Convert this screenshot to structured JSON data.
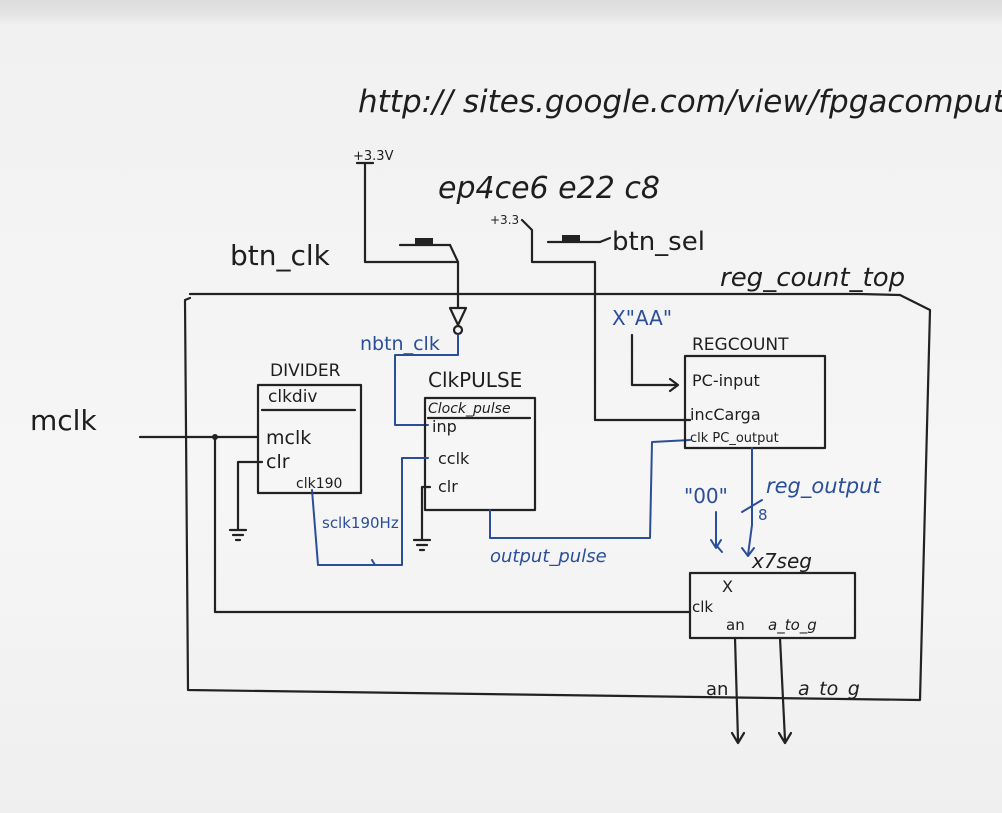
{
  "url": "http:// sites.google.com/view/fpgacomputer",
  "chip": "ep4ce6 e22 c8",
  "supply_left": "+3.3V",
  "supply_right": "+3.3",
  "btn_clk": "btn_clk",
  "btn_sel": "btn_sel",
  "top_module": "reg_count_top",
  "mclk_input": "mclk",
  "nbtn_clk": "nbtn_clk",
  "xaa": "X\"AA\"",
  "divider": {
    "title": "DIVIDER",
    "sub": "clkdiv",
    "port_mclk": "mclk",
    "port_clr": "clr",
    "port_clk190": "clk190"
  },
  "clkpulse": {
    "title": "ClkPULSE",
    "sub": "Clock_pulse",
    "port_inp": "inp",
    "port_cclk": "cclk",
    "port_clr": "clr"
  },
  "regcount": {
    "title": "REGCOUNT",
    "port_pc_input": "PC-input",
    "port_inccarga": "incCarga",
    "port_clk_pc_output": "clk PC_output"
  },
  "x7seg": {
    "title": "x7seg",
    "port_x": "X",
    "port_clk": "clk",
    "port_an": "an",
    "port_atog": "a_to_g"
  },
  "signals": {
    "sclk190": "sclk190Hz",
    "output_pulse": "output_pulse",
    "reg_output": "reg_output",
    "bus_width": "8",
    "zero_const": "\"00\""
  },
  "outputs": {
    "an": "an",
    "atog": "a_to_g"
  },
  "colors": {
    "ink": "#222222",
    "blue_ink": "#2b4e9a",
    "board": "#f4f4f4"
  }
}
